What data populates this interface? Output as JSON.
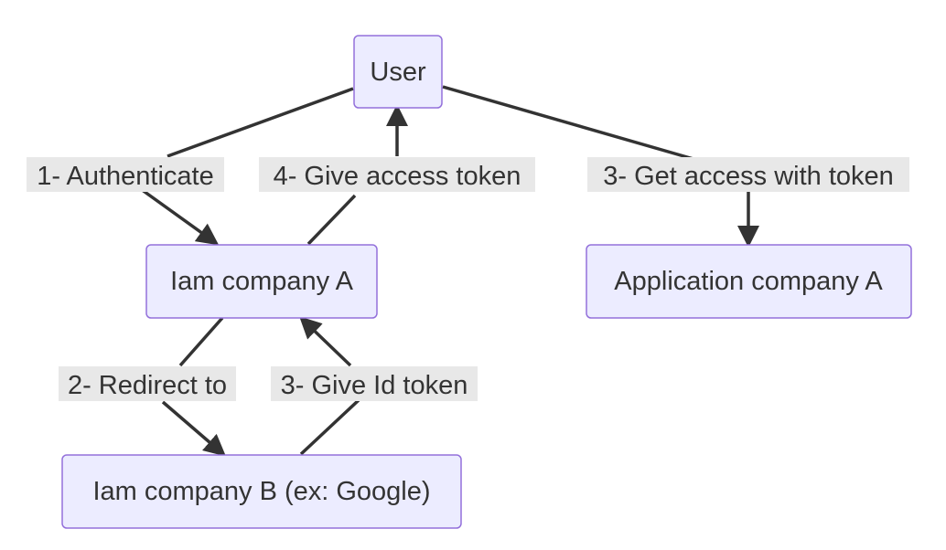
{
  "nodes": {
    "user": "User",
    "iam_a": "Iam company A",
    "app_a": "Application company A",
    "iam_b": "Iam company B (ex: Google)"
  },
  "edges": {
    "authenticate": "1- Authenticate",
    "give_access_token": "4- Give access token",
    "get_access": "3- Get access with token",
    "redirect": "2- Redirect to",
    "give_id_token": "3- Give Id token"
  },
  "colors": {
    "node_fill": "#ececff",
    "node_stroke": "#9370db",
    "edge": "#333333",
    "label_bg": "#e8e8e8"
  }
}
